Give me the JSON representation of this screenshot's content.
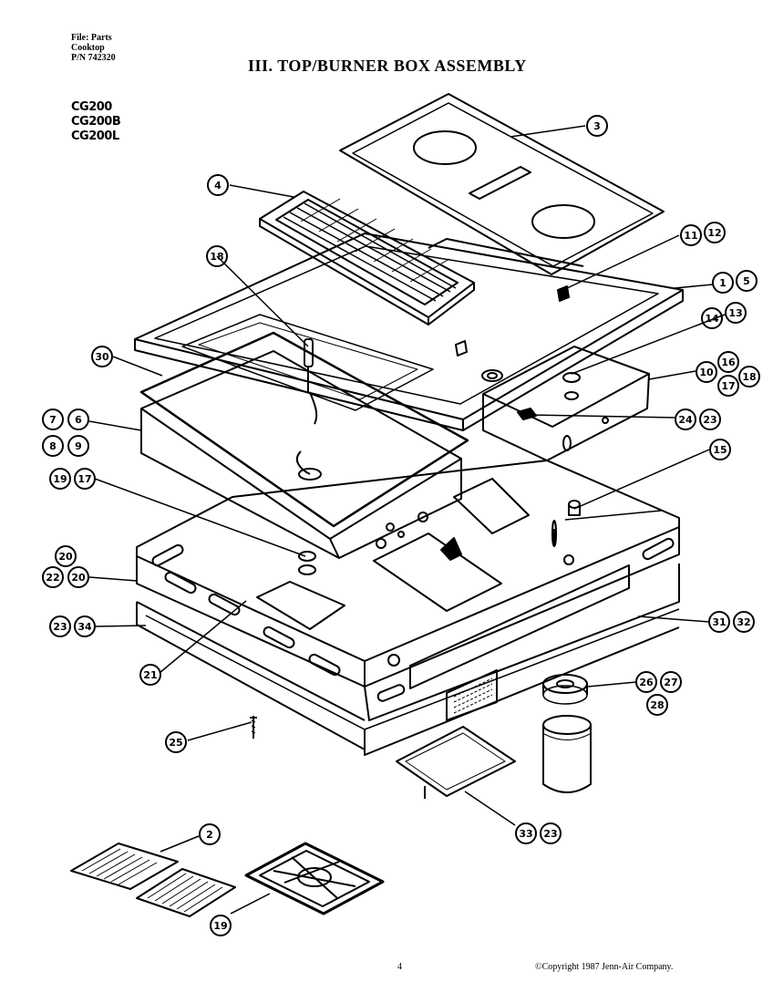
{
  "header": {
    "file_line": "File: Parts",
    "product_line": "Cooktop",
    "pn_line": "P/N 742320"
  },
  "title": "III. TOP/BURNER BOX ASSEMBLY",
  "models": [
    "CG200",
    "CG200B",
    "CG200L"
  ],
  "callouts": [
    "3",
    "4",
    "11",
    "12",
    "18",
    "1",
    "5",
    "14",
    "13",
    "30",
    "10",
    "16",
    "17",
    "18",
    "7",
    "6",
    "8",
    "9",
    "24",
    "23",
    "15",
    "19",
    "17",
    "20",
    "22",
    "20",
    "23",
    "34",
    "31",
    "32",
    "21",
    "26",
    "27",
    "28",
    "25",
    "33",
    "23",
    "2",
    "19"
  ],
  "footer": {
    "page_number": "4",
    "copyright": "©Copyright 1987 Jenn-Air Company."
  }
}
